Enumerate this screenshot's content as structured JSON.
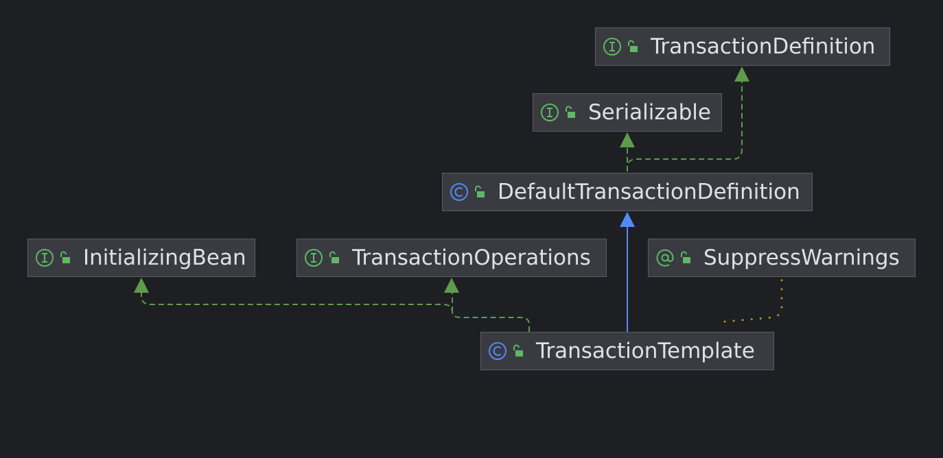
{
  "diagram": {
    "nodes": [
      {
        "id": "transaction-definition",
        "kind": "interface",
        "kind_icon": "interface-icon",
        "visibility_icon": "public-lock-icon",
        "label": "TransactionDefinition"
      },
      {
        "id": "serializable",
        "kind": "interface",
        "kind_icon": "interface-icon",
        "visibility_icon": "public-lock-icon",
        "label": "Serializable"
      },
      {
        "id": "default-transaction-definition",
        "kind": "class",
        "kind_icon": "class-icon",
        "visibility_icon": "public-lock-icon",
        "label": "DefaultTransactionDefinition"
      },
      {
        "id": "initializing-bean",
        "kind": "interface",
        "kind_icon": "interface-icon",
        "visibility_icon": "public-lock-icon",
        "label": "InitializingBean"
      },
      {
        "id": "transaction-operations",
        "kind": "interface",
        "kind_icon": "interface-icon",
        "visibility_icon": "public-lock-icon",
        "label": "TransactionOperations"
      },
      {
        "id": "suppress-warnings",
        "kind": "annotation",
        "kind_icon": "annotation-icon",
        "visibility_icon": "public-lock-icon",
        "label": "SuppressWarnings"
      },
      {
        "id": "transaction-template",
        "kind": "class",
        "kind_icon": "class-icon",
        "visibility_icon": "public-lock-icon",
        "label": "TransactionTemplate"
      }
    ],
    "edges": [
      {
        "from": "default-transaction-definition",
        "to": "transaction-definition",
        "relation": "implements"
      },
      {
        "from": "default-transaction-definition",
        "to": "serializable",
        "relation": "implements"
      },
      {
        "from": "transaction-template",
        "to": "default-transaction-definition",
        "relation": "extends"
      },
      {
        "from": "transaction-template",
        "to": "initializing-bean",
        "relation": "implements"
      },
      {
        "from": "transaction-template",
        "to": "transaction-operations",
        "relation": "implements"
      },
      {
        "from": "transaction-template",
        "to": "suppress-warnings",
        "relation": "annotated-with"
      }
    ]
  },
  "colors": {
    "background": "#1e1f22",
    "node_fill": "#393b40",
    "node_border": "#5a5d63",
    "label": "#dfe1e5",
    "implements_edge": "#5f9b4c",
    "extends_edge": "#548af7",
    "annotation_edge": "#a89a1c",
    "interface_icon": "#5fb865",
    "class_icon": "#548af7",
    "annotation_icon": "#5fb865",
    "lock_icon": "#5fb865"
  }
}
